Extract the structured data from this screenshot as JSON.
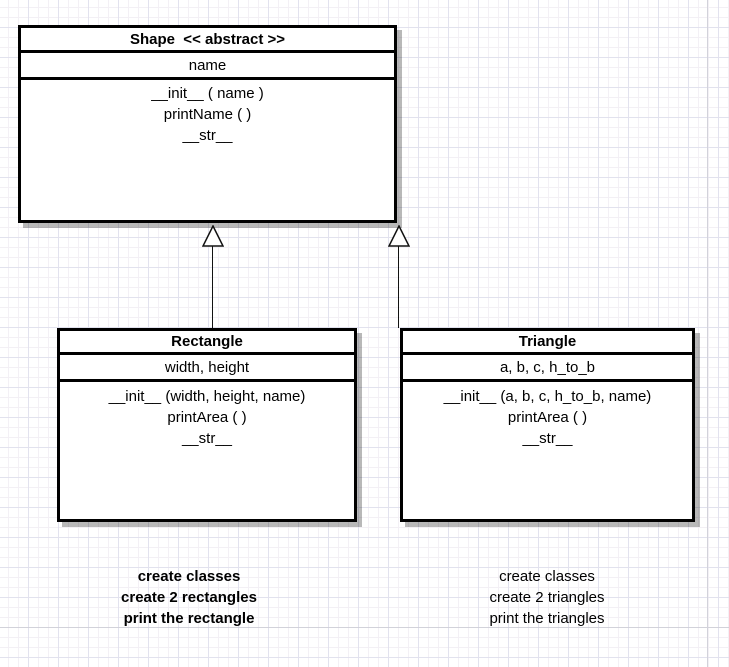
{
  "diagram": {
    "type": "uml-class-diagram",
    "classes": [
      {
        "name": "Shape",
        "title": "Shape  << abstract >>",
        "stereotype": "abstract",
        "attributes": "name",
        "methods": [
          "__init__ ( name )",
          "printName ( )",
          "__str__"
        ]
      },
      {
        "name": "Rectangle",
        "title": "Rectangle",
        "attributes": "width, height",
        "methods": [
          "__init__ (width, height, name)",
          "printArea ( )",
          "__str__"
        ]
      },
      {
        "name": "Triangle",
        "title": "Triangle",
        "attributes": "a, b, c, h_to_b",
        "methods": [
          "__init__ (a, b, c, h_to_b, name)",
          "printArea ( )",
          "__str__"
        ]
      }
    ],
    "relationships": [
      {
        "type": "inheritance",
        "from": "Rectangle",
        "to": "Shape"
      },
      {
        "type": "inheritance",
        "from": "Triangle",
        "to": "Shape"
      }
    ],
    "notes": [
      {
        "for": "Rectangle",
        "bold": true,
        "lines": [
          "create classes",
          "create 2 rectangles",
          "print the rectangle"
        ]
      },
      {
        "for": "Triangle",
        "bold": false,
        "lines": [
          "create classes",
          "create 2 triangles",
          "print the triangles"
        ]
      }
    ]
  },
  "colors": {
    "box_fill": "#ffffff",
    "box_border": "#000000",
    "shadow": "#b5b5b5",
    "grid_major": "#e2e2ee",
    "grid_minor": "#f3f0f5",
    "text": "#000000"
  }
}
